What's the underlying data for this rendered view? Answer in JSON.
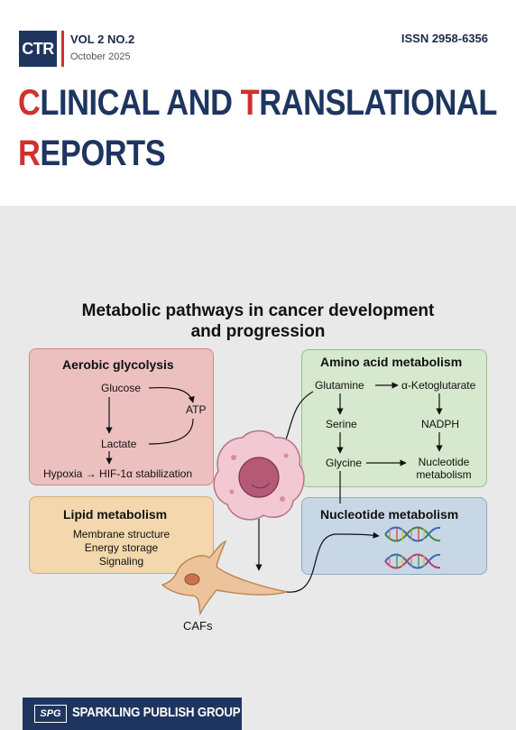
{
  "journal": {
    "abbr": "CTR",
    "volume": "VOL 2 NO.2",
    "date": "October 2025",
    "issn": "ISSN 2958-6356",
    "title_line1_cap1": "C",
    "title_line1_rest1": "LINICAL AND ",
    "title_line1_cap2": "T",
    "title_line1_rest2": "RANSLATIONAL",
    "title_line2_cap": "R",
    "title_line2_rest": "EPORTS"
  },
  "figure": {
    "title_line1": "Metabolic pathways in cancer development",
    "title_line2": "and progression",
    "aerobic": {
      "heading": "Aerobic glycolysis",
      "glucose": "Glucose",
      "atp": "ATP",
      "lactate": "Lactate",
      "hypoxia": "Hypoxia → HIF-1α stabilization"
    },
    "amino": {
      "heading": "Amino acid metabolism",
      "glutamine": "Glutamine",
      "akg": "α-Ketoglutarate",
      "serine": "Serine",
      "nadph": "NADPH",
      "glycine": "Glycine",
      "nucleotide_line1": "Nucleotide",
      "nucleotide_line2": "metabolism"
    },
    "lipid": {
      "heading": "Lipid metabolism",
      "items": [
        "Membrane structure",
        "Energy storage",
        "Signaling"
      ]
    },
    "nucleotide": {
      "heading": "Nucleotide metabolism"
    },
    "cafs": "CAFs"
  },
  "publisher": {
    "logo": "SPG",
    "name": "SPARKLING PUBLISH GROUP"
  },
  "colors": {
    "navy": "#1e3560",
    "red": "#d0312d",
    "aerobic_fill": "#edc0c0",
    "amino_fill": "#d6e8cd",
    "lipid_fill": "#f3d8ad",
    "nucleotide_fill": "#c8d7e6"
  }
}
